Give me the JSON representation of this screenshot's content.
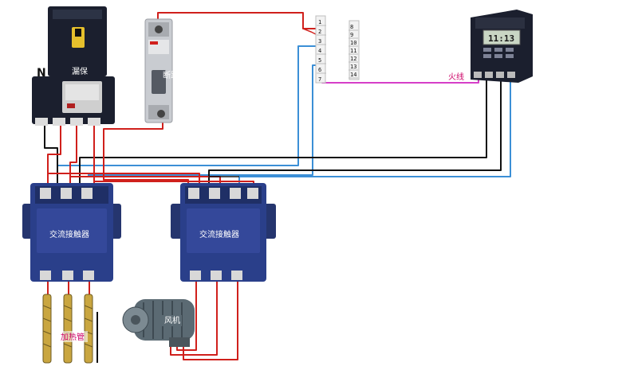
{
  "labels": {
    "neutral": "N",
    "leakage_breaker": "漏保",
    "breaker": "断路器",
    "live_wire": "火线",
    "contactor_1": "交流接触器",
    "contactor_2": "交流接触器",
    "heater": "加热管",
    "fan": "风机"
  },
  "terminal_block_left": [
    "1",
    "2",
    "3",
    "4",
    "5",
    "6",
    "7"
  ],
  "terminal_block_right": [
    "8",
    "9",
    "10",
    "11",
    "12",
    "13",
    "14"
  ],
  "timer_display": "11:13",
  "colors": {
    "wire_red": "#d0201c",
    "wire_black": "#111111",
    "wire_blue": "#3b8fd6",
    "wire_magenta": "#d63ec8",
    "device_blue": "#2a3f8a",
    "device_dark": "#1b1f2e",
    "breaker_grey": "#c9ccd1",
    "heater_yellow": "#c9a640"
  }
}
